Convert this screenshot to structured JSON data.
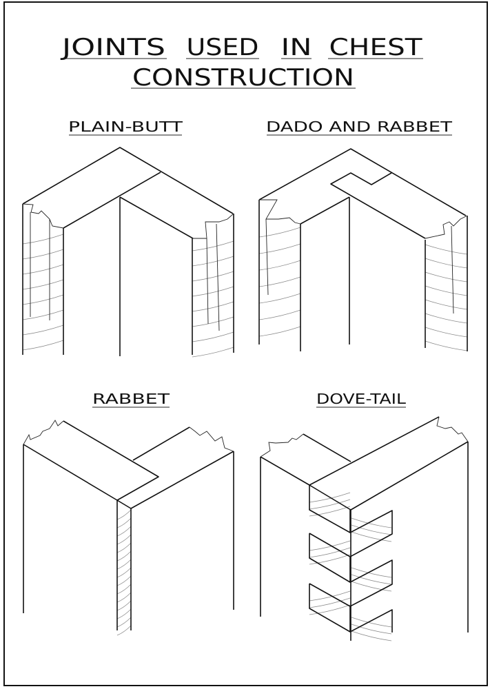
{
  "title": {
    "line1_words": [
      "JOINTS",
      "USED",
      "IN",
      "CHEST"
    ],
    "line2": "CONSTRUCTION"
  },
  "joints": [
    {
      "label": "PLAIN-BUTT"
    },
    {
      "label": "DADO AND RABBET"
    },
    {
      "label": "RABBET"
    },
    {
      "label": "DOVE-TAIL"
    }
  ]
}
